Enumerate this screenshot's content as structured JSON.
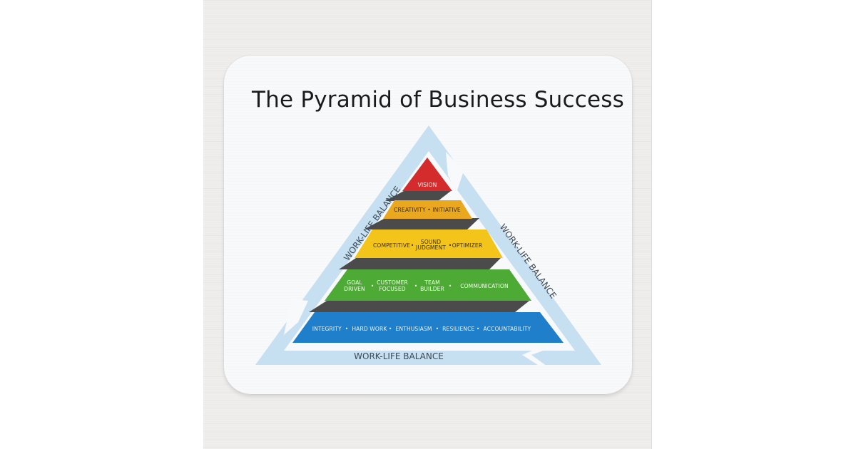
{
  "title": "The Pyramid of Business Success",
  "colors": {
    "frame": "#c5def0",
    "vision": "#d42c2c",
    "creativity": "#e8a51b",
    "competitive": "#f2c318",
    "goal": "#4cab34",
    "integrity": "#1f7fcb",
    "shadow": "#4a4a4a"
  },
  "frame": {
    "left_label": "WORK-LIFE BALANCE",
    "right_label": "WORK-LIFE BALANCE",
    "bottom_label": "WORK-LIFE BALANCE"
  },
  "tiers": [
    {
      "id": "vision",
      "items": [
        "VISION"
      ]
    },
    {
      "id": "creativity",
      "items": [
        "CREATIVITY",
        "INITIATIVE"
      ],
      "text": "CREATIVITY • INITIATIVE"
    },
    {
      "id": "competitive",
      "items": [
        "COMPETITIVE",
        "SOUND JUDGMENT",
        "OPTIMIZER"
      ],
      "parts": {
        "a": "COMPETITIVE",
        "b1": "SOUND",
        "b2": "JUDGMENT",
        "c": "OPTIMIZER",
        "sep": "•"
      }
    },
    {
      "id": "goal",
      "items": [
        "GOAL DRIVEN",
        "CUSTOMER FOCUSED",
        "TEAM BUILDER",
        "COMMUNICATION"
      ],
      "parts": {
        "a1": "GOAL",
        "a2": "DRIVEN",
        "b1": "CUSTOMER",
        "b2": "FOCUSED",
        "c1": "TEAM",
        "c2": "BUILDER",
        "d": "COMMUNICATION",
        "sep": "•"
      }
    },
    {
      "id": "integrity",
      "items": [
        "INTEGRITY",
        "HARD WORK",
        "ENTHUSIASM",
        "RESILIENCE",
        "ACCOUNTABILITY"
      ],
      "text": "INTEGRITY  •  HARD WORK •  ENTHUSIASM  •  RESILIENCE •  ACCOUNTABILITY"
    }
  ]
}
